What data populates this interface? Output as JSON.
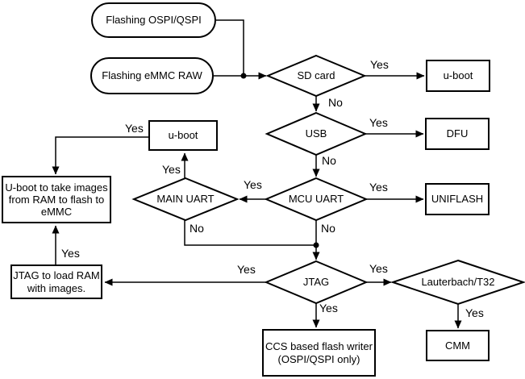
{
  "colors": {
    "background": "#ffffff",
    "line": "#000000",
    "text": "#000000"
  },
  "nodes": {
    "flashing_ospi": "Flashing OSPI/QSPI",
    "flashing_emmc": "Flashing eMMC RAW",
    "sd_card": "SD card",
    "uboot_top": "u-boot",
    "usb": "USB",
    "dfu": "DFU",
    "main_uart": "MAIN UART",
    "mcu_uart": "MCU UART",
    "uniflash": "UNIFLASH",
    "uboot_mid": "u-boot",
    "uboot_images": "U-boot to take images\nfrom RAM to flash to\neMMC",
    "jtag_load": "JTAG to load RAM\nwith images.",
    "jtag": "JTAG",
    "lauterbach": "Lauterbach/T32",
    "ccs_writer": "CCS based flash writer\n(OSPI/QSPI only)",
    "cmm": "CMM"
  },
  "edge_labels": {
    "sd_yes": "Yes",
    "sd_no": "No",
    "usb_yes": "Yes",
    "usb_no": "No",
    "mcu_yes_main": "Yes",
    "mcu_yes_uniflash": "Yes",
    "mcu_no": "No",
    "main_yes": "Yes",
    "main_no": "No",
    "uboot_yes": "Yes",
    "jtag_load_yes": "Yes",
    "jtag_yes_left": "Yes",
    "jtag_yes_right": "Yes",
    "jtag_yes_down": "Yes",
    "lauterbach_yes": "Yes"
  }
}
